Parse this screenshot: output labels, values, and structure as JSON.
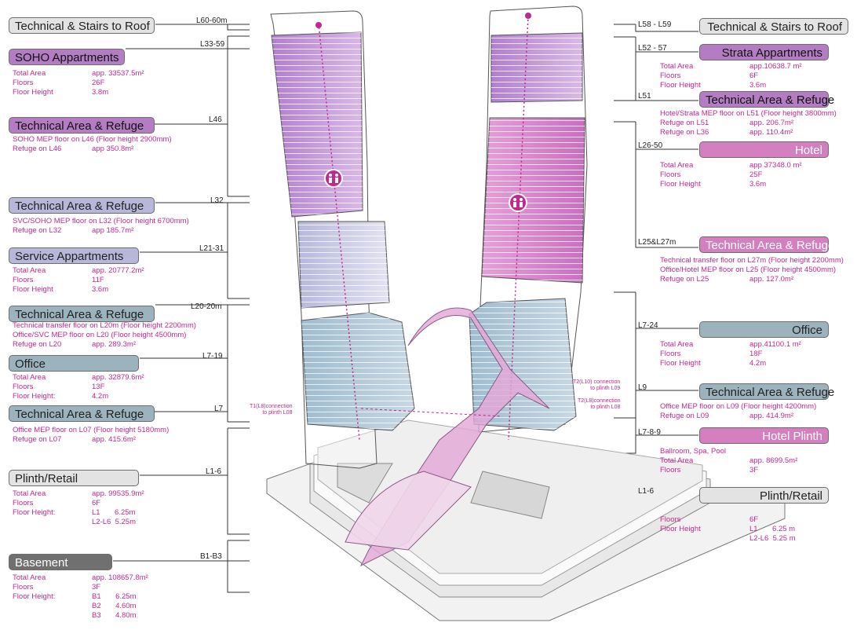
{
  "left": {
    "stairs": {
      "title": "Technical & Stairs to Roof",
      "level": "L60-60m"
    },
    "soho": {
      "title": "SOHO Appartments",
      "level": "L33-59",
      "rows": [
        [
          "Total Area",
          "app. 33537.5m²"
        ],
        [
          "Floors",
          "26F"
        ],
        [
          "Floor Height",
          "3.8m"
        ]
      ]
    },
    "tech46": {
      "title": "Technical Area & Refuge",
      "level": "L46",
      "note1": "SOHO MEP floor on L46 (Floor height 2900mm)",
      "rows": [
        [
          "Refuge on L46",
          "app 350.8m²"
        ]
      ]
    },
    "tech32": {
      "title": "Technical Area & Refuge",
      "level": "L32",
      "note1": "SVC/SOHO MEP floor on L32 (Floor height 6700mm)",
      "rows": [
        [
          "Refuge on L32",
          "app 185.7m²"
        ]
      ]
    },
    "service": {
      "title": "Service Appartments",
      "level": "L21-31",
      "rows": [
        [
          "Total Area",
          "app. 20777.2m²"
        ],
        [
          "Floors",
          "11F"
        ],
        [
          "Floor Height",
          "3.6m"
        ]
      ]
    },
    "tech20": {
      "title": "Technical Area & Refuge",
      "level": "L20-20m",
      "note1": "Technical transfer floor on L20m (Floor height 2200mm)",
      "note2": "Office/SVC MEP floor on L20 (Floor height 4500mm)",
      "rows": [
        [
          "Refuge on L20",
          "app. 289.3m²"
        ]
      ]
    },
    "office": {
      "title": "Office",
      "level": "L7-19",
      "rows": [
        [
          "Total Area",
          "app. 32879.6m²"
        ],
        [
          "Floors",
          "13F"
        ],
        [
          "Floor Height:",
          "4.2m"
        ]
      ]
    },
    "tech7": {
      "title": "Technical Area & Refuge",
      "level": "L7",
      "note1": "Office MEP floor on L07 (Floor height 5180mm)",
      "rows": [
        [
          "Refuge on L07",
          "app. 415.6m²"
        ]
      ]
    },
    "plinth": {
      "title": "Plinth/Retail",
      "level": "L1-6",
      "rows": [
        [
          "Total Area",
          "app. 99535.9m²"
        ],
        [
          "Floors",
          "6F"
        ],
        [
          "Floor Height:",
          "L1       6.25m"
        ],
        [
          "",
          "L2-L6  5.25m"
        ]
      ]
    },
    "basement": {
      "title": "Basement",
      "level": "B1-B3",
      "rows": [
        [
          "Total Area",
          "app. 108657.8m²"
        ],
        [
          "Floors",
          "3F"
        ],
        [
          "Floor Height:",
          "B1       6.25m"
        ],
        [
          "",
          "B2       4.60m"
        ],
        [
          "",
          "B3       4.80m"
        ]
      ]
    }
  },
  "right": {
    "stairs": {
      "title": "Technical & Stairs to Roof",
      "level": "L58 - L59"
    },
    "strata": {
      "title": "Strata Appartments",
      "level": "L52 - 57",
      "rows": [
        [
          "Total Area",
          "app.10638.7 m²"
        ],
        [
          "Floors",
          "6F"
        ],
        [
          "Floor Height",
          "3.6m"
        ]
      ]
    },
    "tech51": {
      "title": "Technical Area & Refuge",
      "level": "L51",
      "note1": "Hotel/Strata MEP floor on L51 (Floor height 3800mm)",
      "rows": [
        [
          "Refuge on L51",
          "app. 206.7m²"
        ],
        [
          "Refuge on L36",
          "app. 110.4m²"
        ]
      ]
    },
    "hotel": {
      "title": "Hotel",
      "level": "L26-50",
      "rows": [
        [
          "Total Area",
          "app 37348.0 m²"
        ],
        [
          "Floors",
          "25F"
        ],
        [
          "Floor Height",
          "3.6m"
        ]
      ]
    },
    "tech25": {
      "title": "Technical Area & Refuge",
      "level": "L25&L27m",
      "note1": "Technical transfer floor on L27m (Floor height 2200mm)",
      "note2": "Office/Hotel  MEP floor on L25 (Floor height 4500mm)",
      "rows": [
        [
          "Refuge on L25",
          "app. 127.0m²"
        ]
      ]
    },
    "office": {
      "title": "Office",
      "level": "L7-24",
      "rows": [
        [
          "Total Area",
          "app.41100.1 m²"
        ],
        [
          "Floors",
          "18F"
        ],
        [
          "Floor Height",
          "4.2m"
        ]
      ]
    },
    "tech9": {
      "title": "Technical Area & Refuge",
      "level": "L9",
      "note1": "Office MEP floor on L09 (Floor height 4200mm)",
      "rows": [
        [
          "Refuge on L09",
          "app. 414.9m²"
        ]
      ]
    },
    "hplinth": {
      "title": "Hotel Plinth",
      "level": "L7-8-9",
      "note1": "Ballroom, Spa, Pool",
      "rows": [
        [
          "Total Area",
          "app. 8699.5m²"
        ],
        [
          "Floors",
          "3F"
        ]
      ]
    },
    "plinth": {
      "title": "Plinth/Retail",
      "level": "L1-6",
      "rows": [
        [
          "Floors",
          "6F"
        ],
        [
          "Floor Height",
          "L1       6.25 m"
        ],
        [
          "",
          "L2-L6  5.25 m"
        ]
      ]
    }
  },
  "connections": {
    "t1": [
      "T1(L8)connection",
      "to plinth L08"
    ],
    "t2a": [
      "T2(L10) connection",
      "to plinth L09"
    ],
    "t2b": [
      "T2(L8)connection",
      "to plinth L08"
    ]
  }
}
